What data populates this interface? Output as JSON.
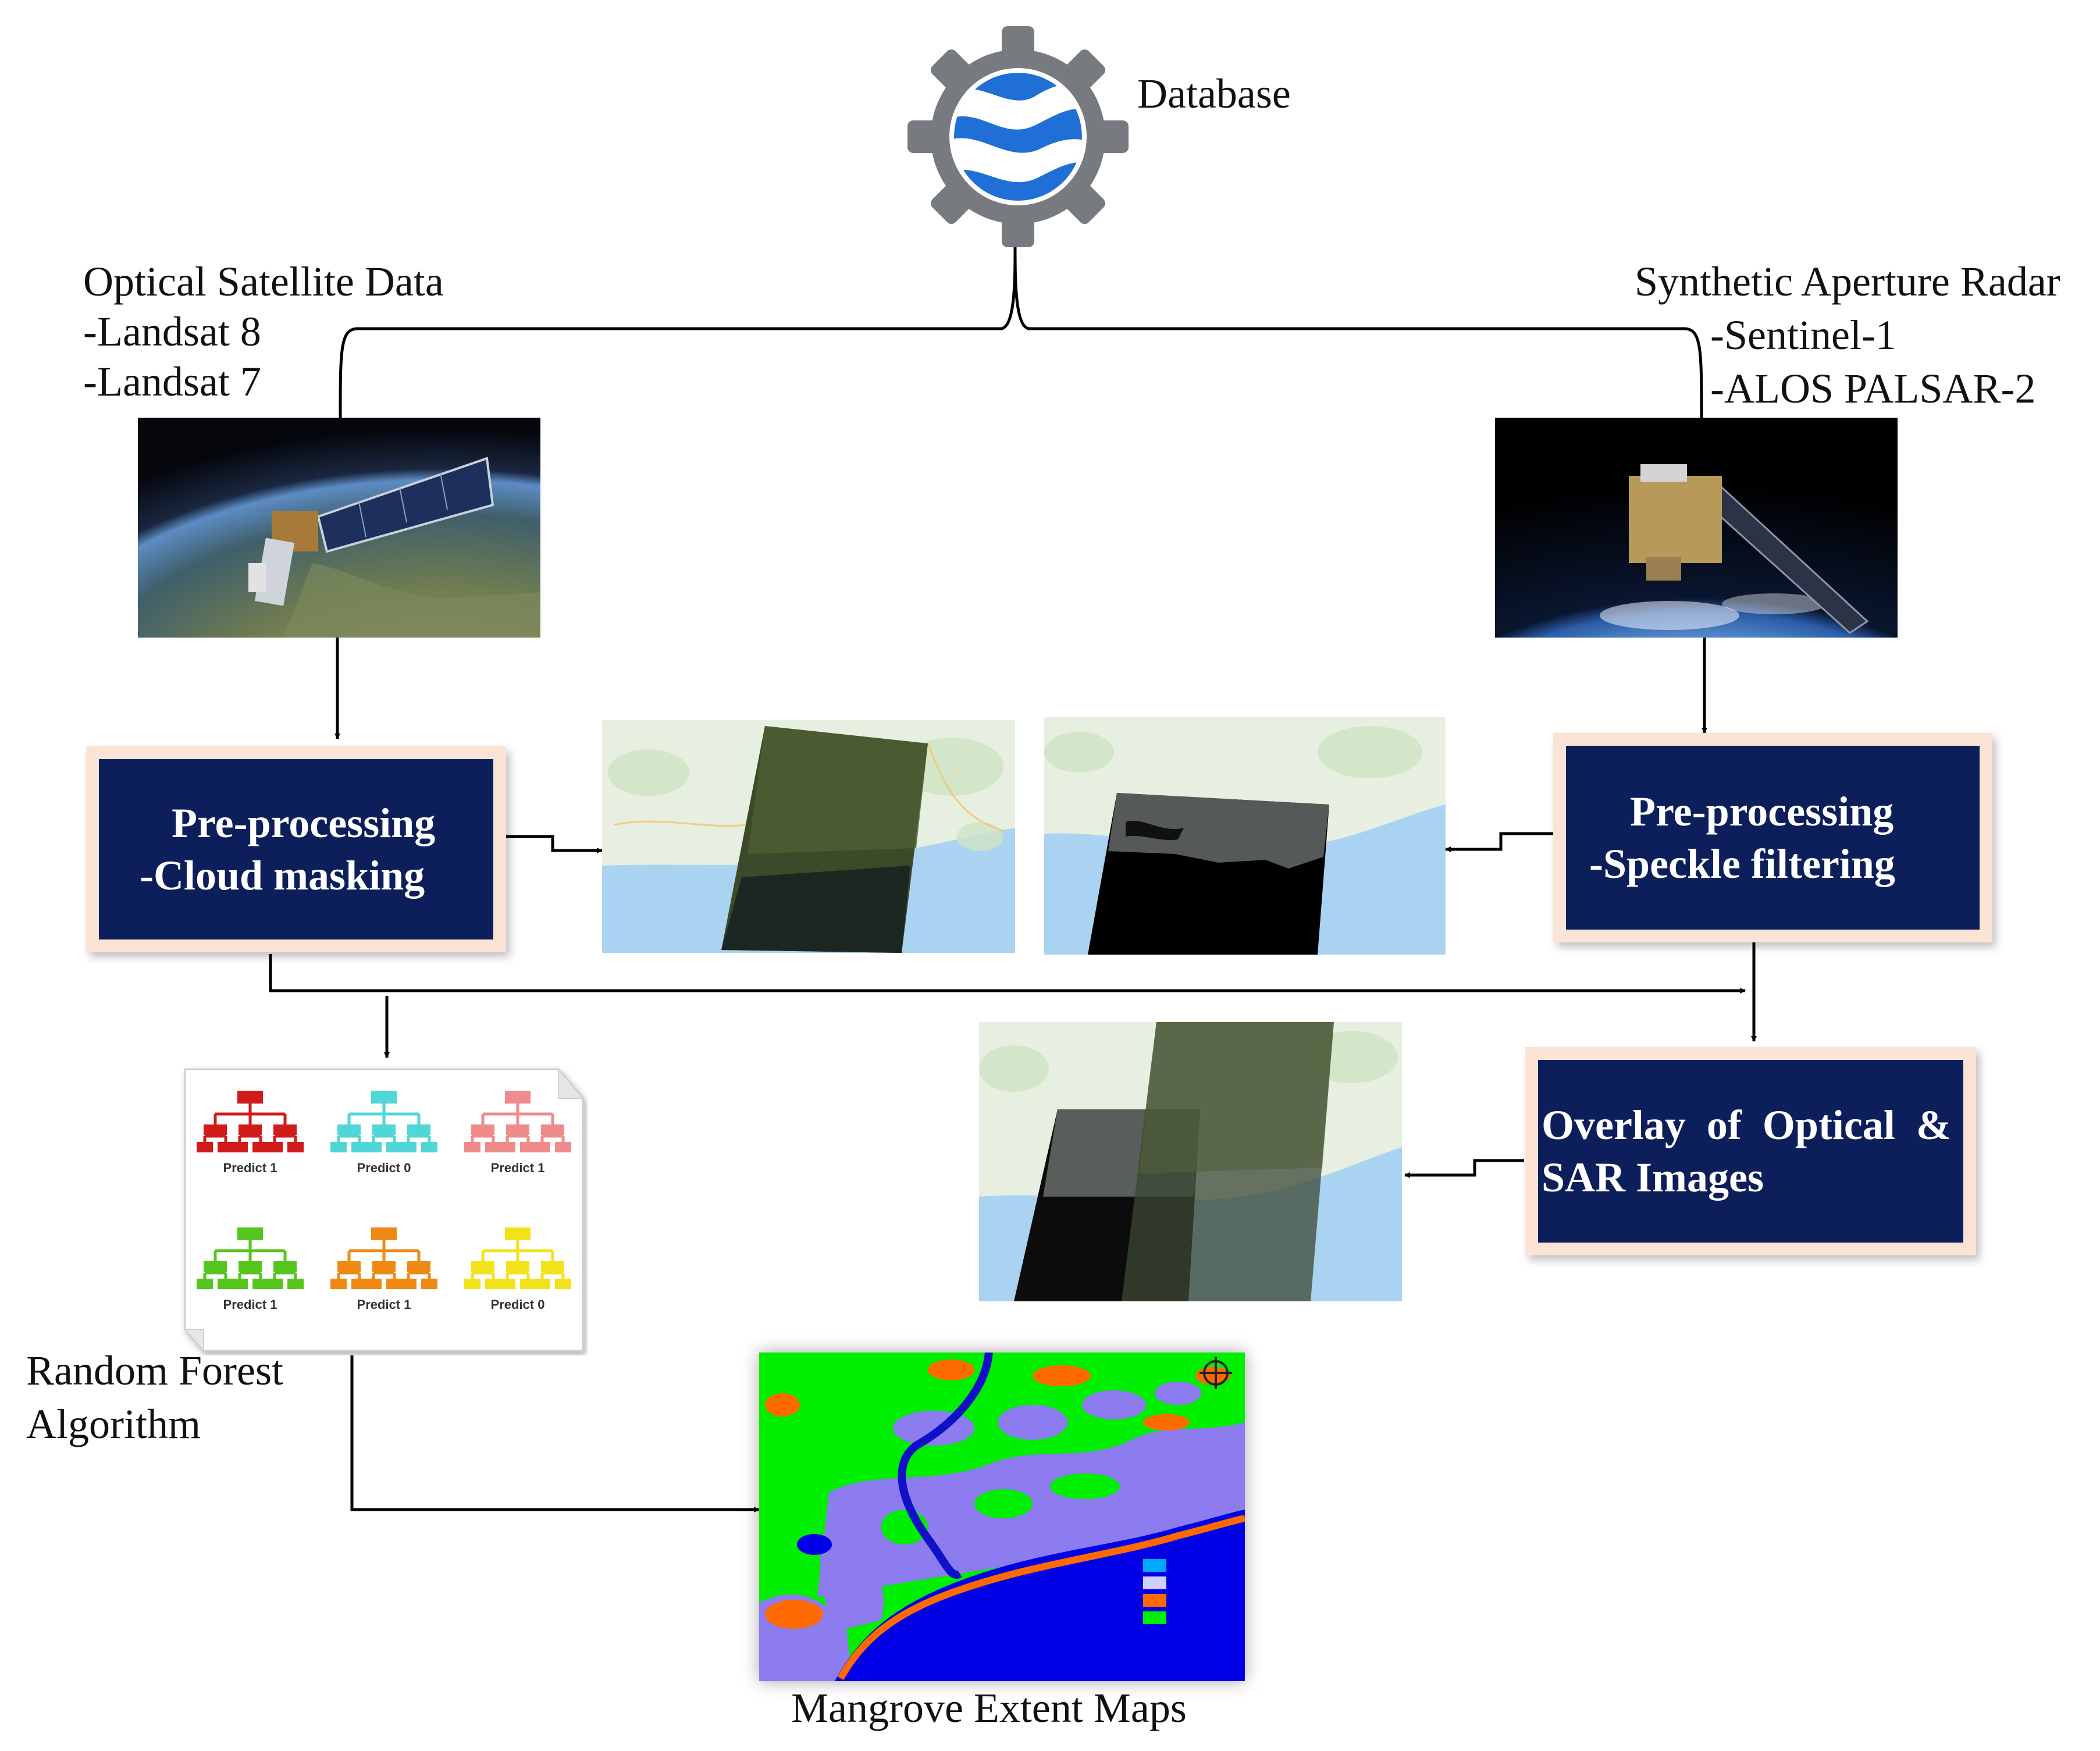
{
  "database": {
    "label": "Database",
    "icon": "earth-engine-gear-icon"
  },
  "optical": {
    "title": "Optical Satellite Data",
    "items": [
      "-Landsat 8",
      "-Landsat 7"
    ]
  },
  "sar": {
    "title": "Synthetic Aperture Radar",
    "items": [
      "-Sentinel-1",
      "-ALOS PALSAR-2"
    ]
  },
  "boxes": {
    "optical_pre": {
      "line1": "Pre-processing",
      "line2": "-Cloud masking"
    },
    "sar_pre": {
      "line1": "Pre-processing",
      "line2": "-Speckle filtering"
    },
    "overlay": {
      "line1": "Overlay of Optical &",
      "line2": "SAR Images"
    }
  },
  "random_forest": {
    "label_line1": "Random Forest",
    "label_line2": "Algorithm",
    "trees": [
      {
        "label": "Predict 1",
        "color": "#d11a1a"
      },
      {
        "label": "Predict 0",
        "color": "#4fd6d6"
      },
      {
        "label": "Predict 1",
        "color": "#ef8b8b"
      },
      {
        "label": "Predict 1",
        "color": "#55c51e"
      },
      {
        "label": "Predict 1",
        "color": "#ee8a14"
      },
      {
        "label": "Predict 0",
        "color": "#f1e21a"
      }
    ]
  },
  "output": {
    "label": "Mangrove Extent Maps"
  },
  "colors": {
    "box_fill": "#0c1f5b",
    "box_border": "#fbe3d6",
    "map_water": "#0000e6",
    "map_green": "#00ee00",
    "map_purple": "#8c7cf0",
    "map_orange": "#ff6a00"
  }
}
